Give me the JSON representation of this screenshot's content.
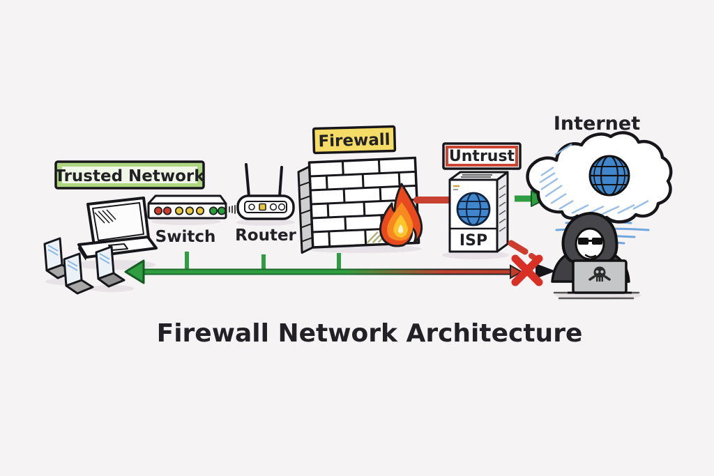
{
  "title": "Firewall Network Architecture",
  "labels": {
    "trusted_network": "Trusted Network",
    "switch": "Switch",
    "router": "Router",
    "firewall": "Firewall",
    "untrust": "Untrust",
    "isp": "ISP",
    "internet": "Internet"
  },
  "colors": {
    "background": "#f6f3f5",
    "ink": "#17171b",
    "trusted_label_fill": "#aed581",
    "firewall_label_fill": "#f5dc66",
    "untrust_label_border": "#cd4433",
    "allowed_green": "#2f9e41",
    "blocked_red": "#d93025",
    "globe_blue": "#3f86cc",
    "flame_outer": "#e8491f",
    "flame_mid": "#f6891f",
    "flame_inner": "#fcc52c",
    "led_red": "#d23a2a",
    "led_yellow": "#e9c73c",
    "led_green": "#27a03c"
  },
  "diagram": {
    "type": "network-architecture",
    "nodes": [
      {
        "id": "trusted-devices",
        "label": "Trusted Network",
        "zone": "trusted"
      },
      {
        "id": "switch",
        "label": "Switch",
        "zone": "trusted"
      },
      {
        "id": "router",
        "label": "Router",
        "zone": "trusted"
      },
      {
        "id": "firewall",
        "label": "Firewall",
        "zone": "boundary"
      },
      {
        "id": "isp",
        "label": "ISP",
        "zone": "untrust"
      },
      {
        "id": "internet",
        "label": "Internet",
        "zone": "untrust"
      },
      {
        "id": "attacker",
        "label": "",
        "zone": "untrust"
      }
    ],
    "flows": [
      {
        "from": "isp",
        "to": "internet",
        "status": "allowed",
        "style": "green-arrow"
      },
      {
        "from": "isp",
        "to": "firewall",
        "status": "blocked",
        "style": "red-segment"
      },
      {
        "from": "attacker",
        "to": "trusted-devices",
        "status": "blocked",
        "style": "red-x"
      },
      {
        "from": "internet",
        "to": "trusted-devices",
        "status": "allowed-through-firewall",
        "style": "green-to-red-gradient-arrow"
      }
    ]
  }
}
